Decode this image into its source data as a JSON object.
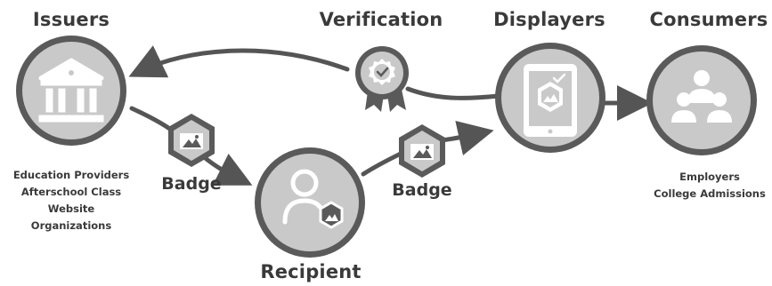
{
  "headers": {
    "issuers": "Issuers",
    "verification": "Verification",
    "displayers": "Displayers",
    "consumers": "Consumers",
    "recipient": "Recipient"
  },
  "edge_labels": {
    "badge_1": "Badge",
    "badge_2": "Badge"
  },
  "issuers_list": [
    "Education Providers",
    "Afterschool Class",
    "Website",
    "Organizations"
  ],
  "consumers_list": [
    "Employers",
    "College Admissions"
  ],
  "icons": {
    "issuers": "institution-building-icon",
    "verification": "verified-seal-icon",
    "displayers": "tablet-badge-icon",
    "consumers": "people-group-icon",
    "recipient": "person-with-badge-icon",
    "badge": "hexagon-image-badge-icon"
  },
  "colors": {
    "node_fill": "#c9c9c9",
    "node_stroke": "#5a5a5a",
    "icon": "#ffffff",
    "arrow": "#555555",
    "text": "#3a3a3a"
  }
}
